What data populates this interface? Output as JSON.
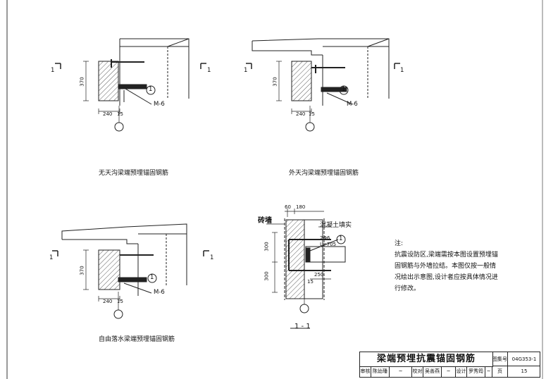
{
  "details": {
    "no_gutter": {
      "caption": "无天沟梁端预埋锚固钢筋",
      "dim_height": "370",
      "dim_width": "240",
      "dim_offset": "15",
      "marker": "1",
      "plate": "M-6",
      "section_mark": "1"
    },
    "outer_gutter": {
      "caption": "外天沟梁端预埋锚固钢筋",
      "dim_height": "370",
      "dim_width": "240",
      "dim_offset": "15",
      "marker": "1",
      "plate": "M-6",
      "section_mark": "1"
    },
    "free_drain": {
      "caption": "自由落水梁端预埋锚固钢筋",
      "dim_height": "370",
      "dim_width": "240",
      "dim_offset": "15",
      "marker": "1",
      "plate": "M-6",
      "section_mark": "1"
    },
    "section_1_1": {
      "caption": "1 - 1",
      "wall_label": "砖墙",
      "concrete_label": "混凝土填实",
      "dim_top_a": "60",
      "dim_top_b": "180",
      "dim_left_a": "300",
      "dim_left_b": "300",
      "rebar_spec": "2Φ6",
      "rebar_length": "L=705",
      "dim_bottom": "250",
      "dim_offset": "15",
      "marker": "1"
    }
  },
  "note": {
    "heading": "注:",
    "body": "抗震设防区,梁端需按本图设置预埋锚固钢筋与外墙拉结。本图仅按一般情况绘出示意图,设计者应按具体情况进行修改。"
  },
  "title_block": {
    "title": "梁端预埋抗震锚固钢筋",
    "atlas_label": "图集号",
    "atlas_no": "04G353-1",
    "review_label": "审核",
    "review_name": "陈幼璠",
    "check_label": "校对",
    "check_name": "吴善燕",
    "design_label": "设计",
    "design_name": "罗秀筠",
    "page_label": "页",
    "page_no": "15"
  }
}
